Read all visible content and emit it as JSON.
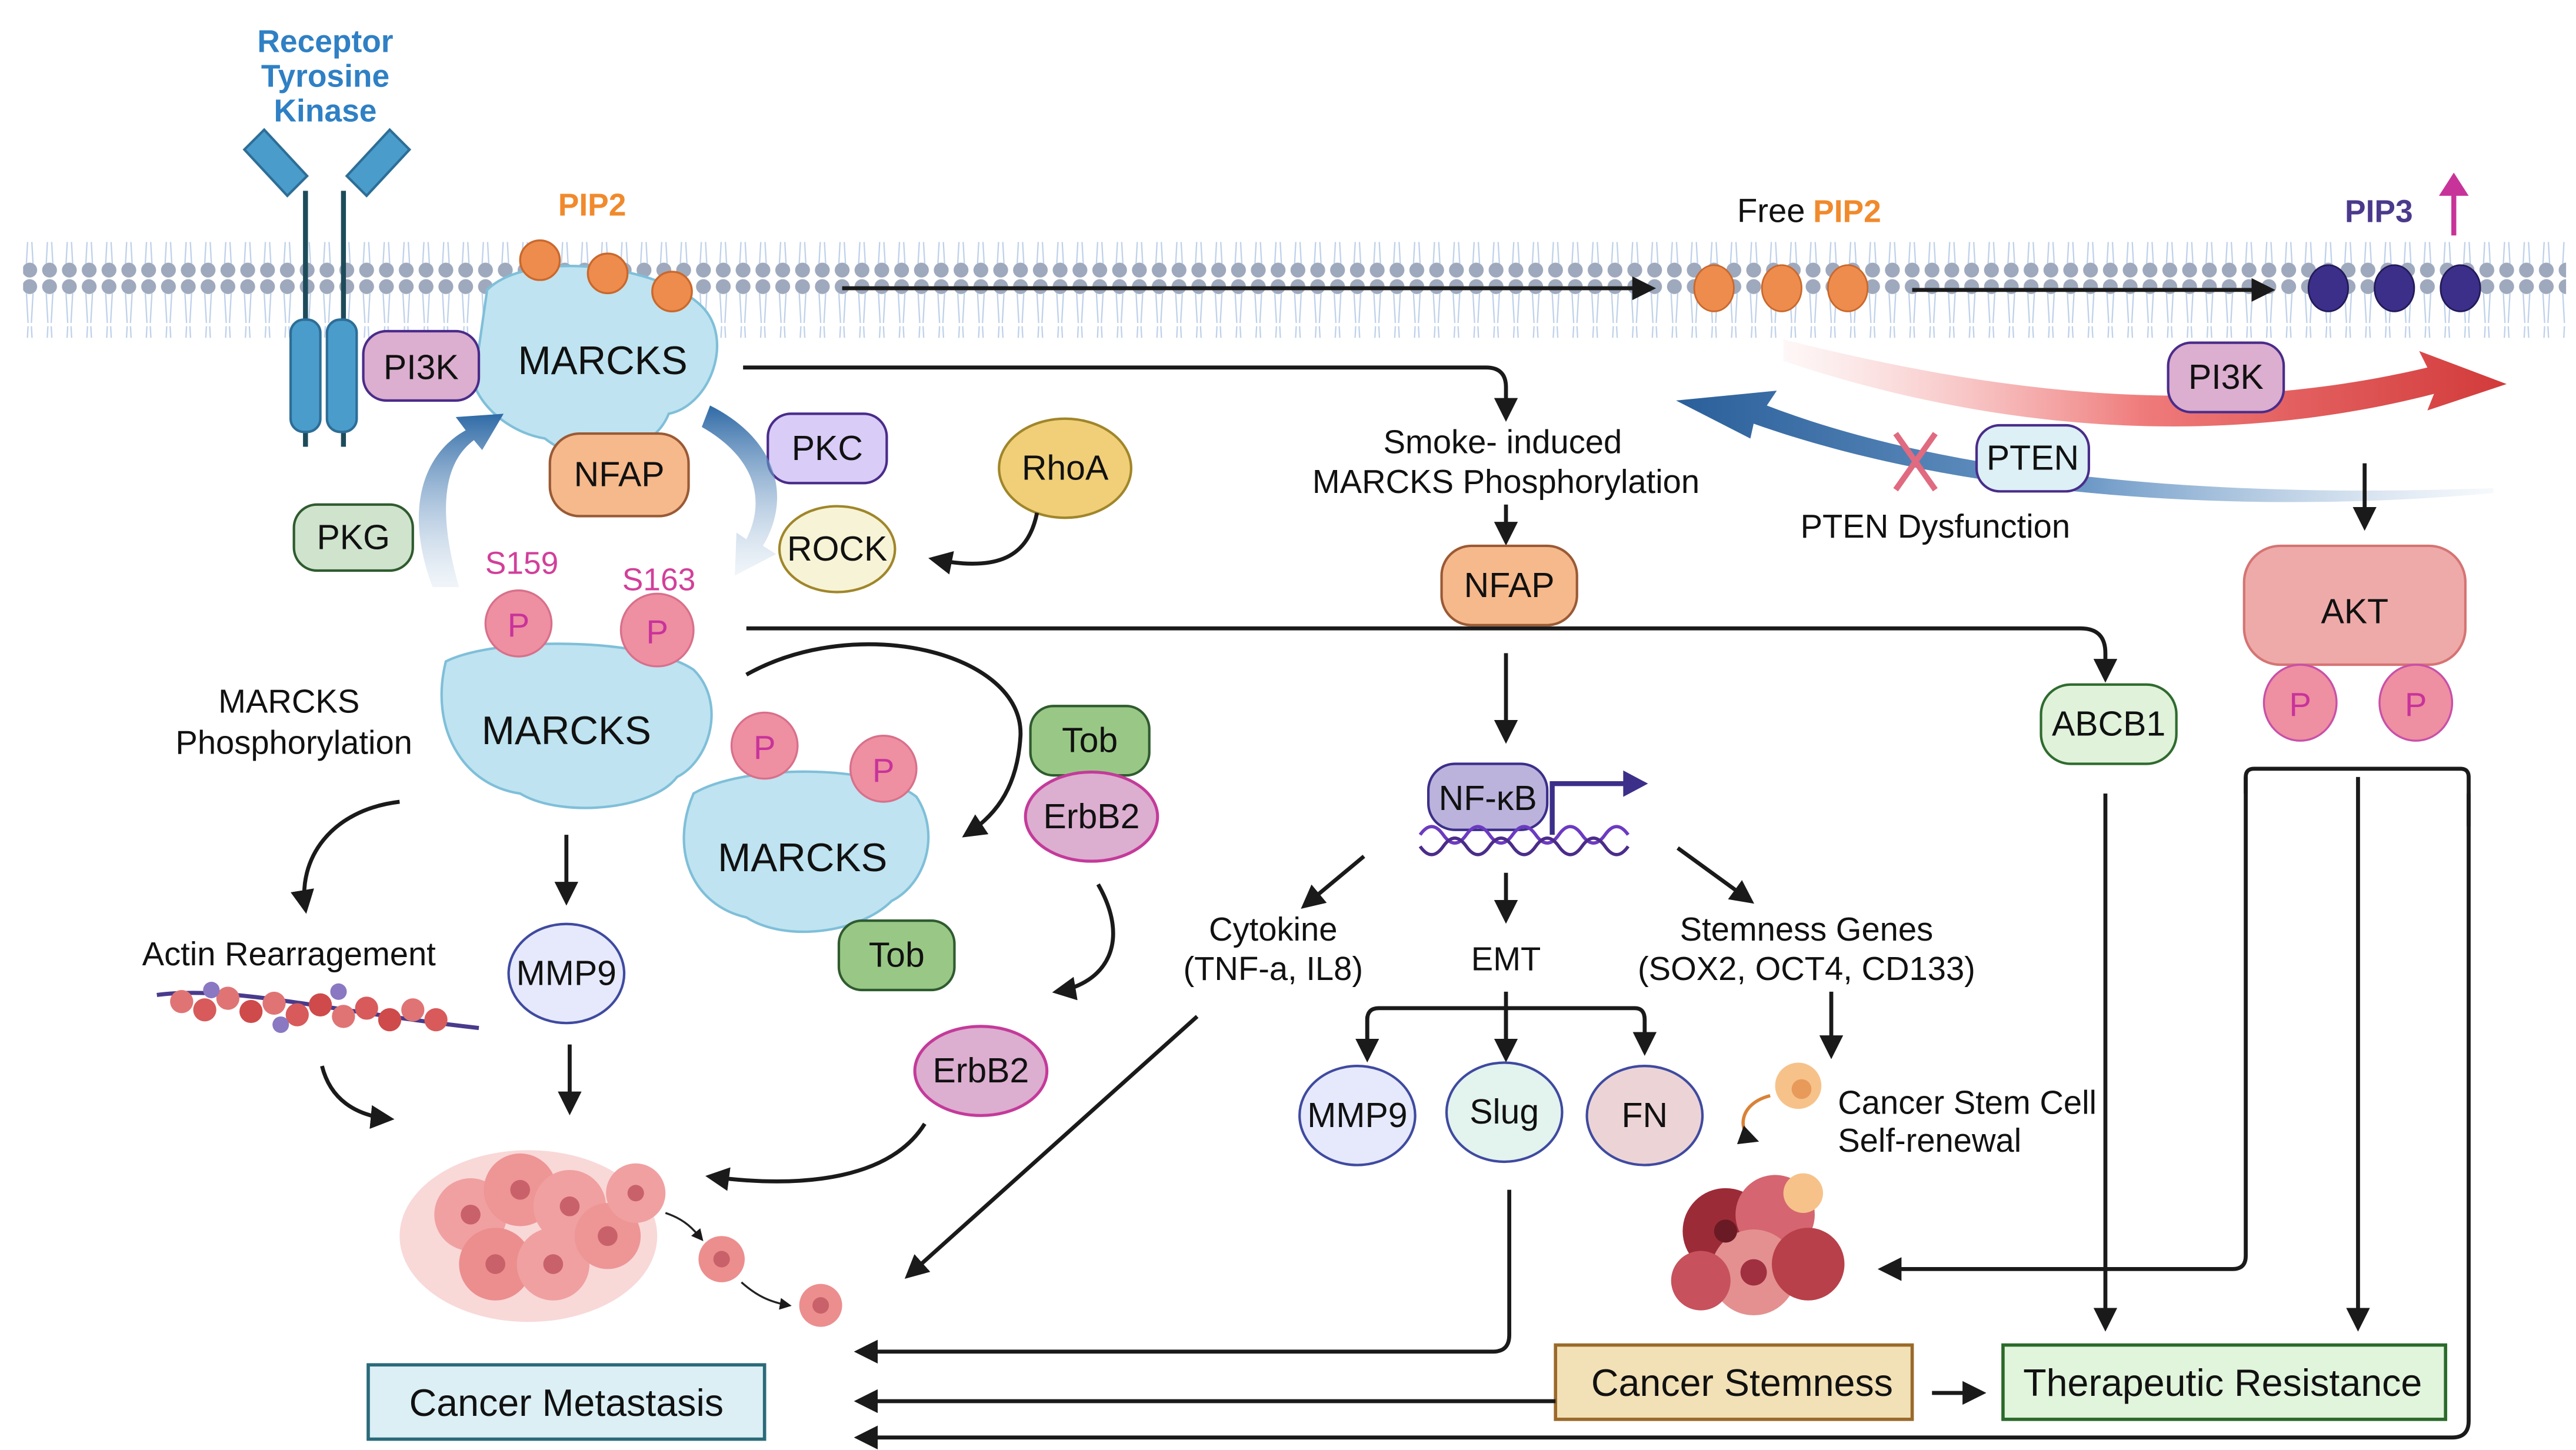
{
  "receptor": {
    "label_lines": [
      "Receptor",
      "Tyrosine",
      "Kinase"
    ]
  },
  "membrane": {
    "pip2_label": "PIP2",
    "free_label": "Free",
    "free_pip2_label": "PIP2",
    "pip3_label": "PIP3"
  },
  "proteins": {
    "pi3k_left": "PI3K",
    "marcks_top": "MARCKS",
    "nfap_top": "NFAP",
    "pkc": "PKC",
    "rock": "ROCK",
    "rhoa": "RhoA",
    "pkg": "PKG",
    "marcks_mid": "MARCKS",
    "marcks_tob": "MARCKS",
    "tob_top": "Tob",
    "erbb2_top": "ErbB2",
    "tob_bottom": "Tob",
    "erbb2_free": "ErbB2",
    "mmp9_left": "MMP9",
    "nfap_center": "NFAP",
    "nfkb": "NF-κB",
    "mmp9_emt": "MMP9",
    "slug": "Slug",
    "fn": "FN",
    "abcb1": "ABCB1",
    "pi3k_right": "PI3K",
    "pten": "PTEN",
    "akt": "AKT",
    "phospho": "P"
  },
  "sites": {
    "s159": "S159",
    "s163": "S163"
  },
  "labels": {
    "marcks_phos": [
      "MARCKS",
      "Phosphorylation"
    ],
    "smoke_induced": [
      "Smoke- induced",
      "MARCKS Phosphorylation"
    ],
    "pten_dysfunction": "PTEN Dysfunction",
    "actin": "Actin Rearragement",
    "cytokine": [
      "Cytokine",
      "(TNF-a, IL8)"
    ],
    "emt": "EMT",
    "stemness_genes": [
      "Stemness Genes",
      "(SOX2, OCT4, CD133)"
    ],
    "csc": [
      "Cancer Stem Cell",
      "Self-renewal"
    ]
  },
  "outcomes": {
    "metastasis": "Cancer Metastasis",
    "stemness": "Cancer Stemness",
    "resistance": "Therapeutic Resistance"
  },
  "colors": {
    "receptor": "#3a8fc4",
    "marcks": "#bfe3f0",
    "pip2": "#ee8c4e",
    "pip3": "#3b2f8a",
    "phospho": "#ee8fa2",
    "pi3k": "#dcaecf",
    "nfap": "#f6b98b",
    "pkc": "#d9ccf7",
    "rock": "#f7f3d6",
    "rhoa": "#f0cf78",
    "pkg": "#cfe3cd",
    "tob": "#99c886",
    "erbb2": "#dcaed0",
    "akt": "#eeaaa9",
    "abcb1": "#e0f2da",
    "metastasis_bg": "#dbeff5",
    "stemness_bg": "#f2e1b6",
    "resistance_bg": "#e1f4dc"
  }
}
